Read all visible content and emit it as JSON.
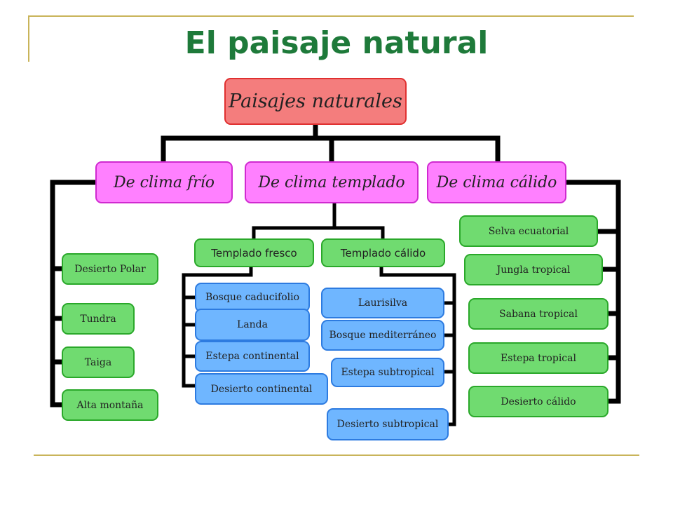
{
  "title": "El paisaje natural",
  "root": "Paisajes naturales",
  "categories": {
    "cold": "De clima frío",
    "temperate": "De clima templado",
    "warm": "De clima cálido"
  },
  "cold_items": [
    "Desierto Polar",
    "Tundra",
    "Taiga",
    "Alta montaña"
  ],
  "temperate_sub": {
    "fresh": "Templado fresco",
    "warm": "Templado cálido"
  },
  "fresh_items": [
    "Bosque caducifolio",
    "Landa",
    "Estepa continental",
    "Desierto  continental"
  ],
  "warm_temperate_items": [
    "Laurisilva",
    "Bosque mediterráneo",
    "Estepa subtropical",
    "Desierto subtropical"
  ],
  "warm_items": [
    "Selva ecuatorial",
    "Jungla tropical",
    "Sabana tropical",
    "Estepa tropical",
    "Desierto cálido"
  ],
  "colors": {
    "title": "#1e7a3a",
    "root_fill": "#f47d7d",
    "category_fill": "#ff80ff",
    "green_fill": "#70db70",
    "blue_fill": "#6fb6ff",
    "connector": "#000000",
    "frame": "#c9b45a"
  }
}
